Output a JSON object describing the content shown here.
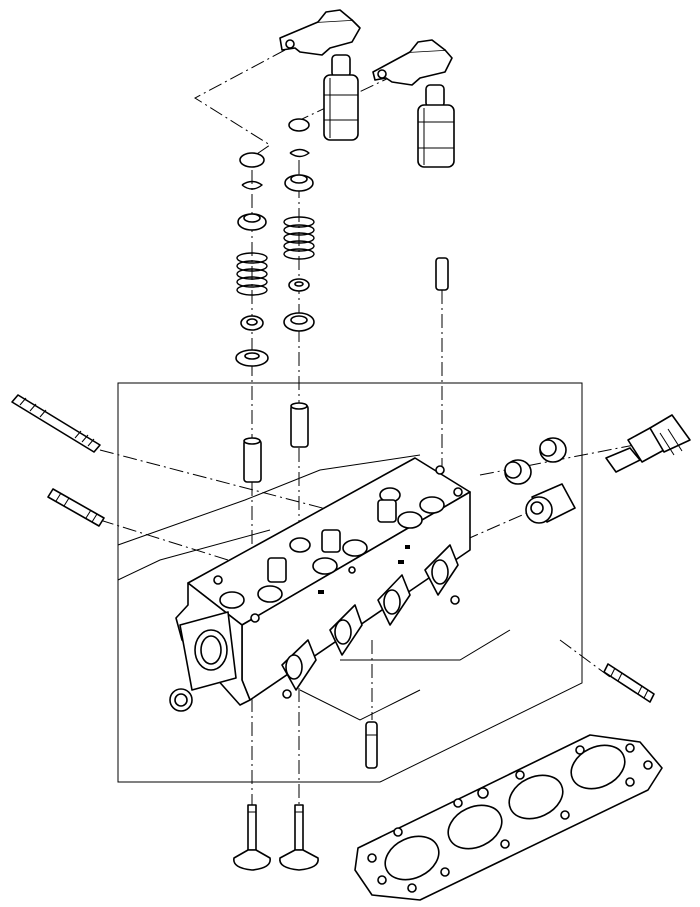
{
  "colors": {
    "line": "#000000",
    "background": "#ffffff"
  },
  "parts": [
    "rocker-arm",
    "hydraulic-lifter",
    "valve-key",
    "valve-spring-retainer",
    "valve-spring",
    "valve-stem-seal",
    "spring-seat",
    "valve-guide",
    "cylinder-head",
    "head-stud",
    "dowel-pin",
    "temperature-sender",
    "core-plug",
    "intake-valve",
    "exhaust-valve",
    "head-gasket"
  ]
}
